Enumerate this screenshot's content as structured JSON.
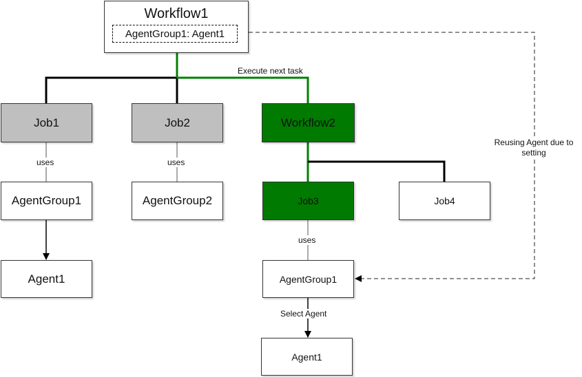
{
  "workflow1": {
    "title": "Workflow1",
    "agent_setting": "AgentGroup1: Agent1"
  },
  "nodes": {
    "job1": "Job1",
    "job2": "Job2",
    "workflow2": "Workflow2",
    "job3": "Job3",
    "job4": "Job4",
    "agent_group1_left": "AgentGroup1",
    "agent_group2": "AgentGroup2",
    "agent1_left": "Agent1",
    "agent_group1_right": "AgentGroup1",
    "agent1_right": "Agent1"
  },
  "edge_labels": {
    "execute_next_task": "Execute next task",
    "uses_job1": "uses",
    "uses_job2": "uses",
    "uses_job3": "uses",
    "select_agent": "Select Agent",
    "reusing_agent": "Reusing Agent due to setting"
  },
  "colors": {
    "active_path": "#008000",
    "active_node": "#007a00",
    "inactive_node": "#bfbfbf"
  }
}
